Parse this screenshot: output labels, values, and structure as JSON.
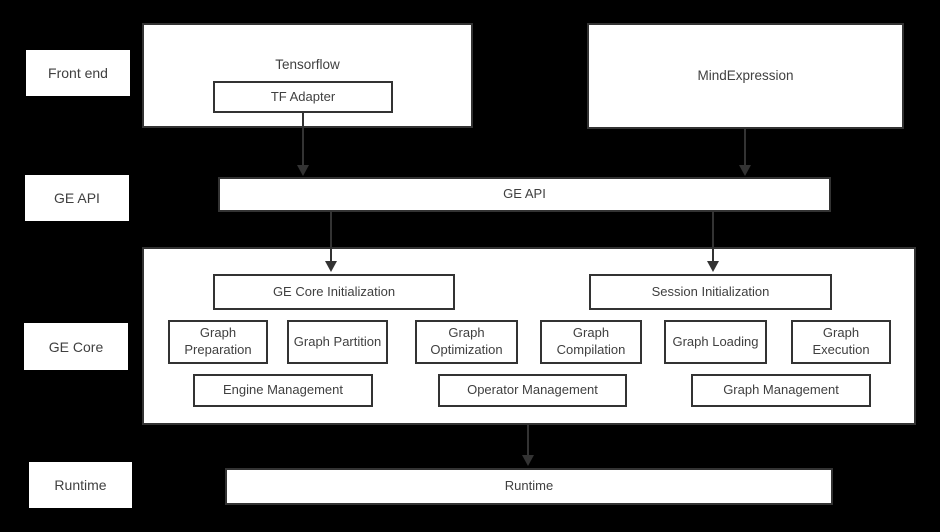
{
  "colors": {
    "background": "#000000",
    "box_fill": "#ffffff",
    "box_border": "#333333",
    "text": "#404040",
    "arrow": "#333333"
  },
  "side_labels": {
    "front_end": "Front end",
    "ge_api": "GE API",
    "ge_core": "GE Core",
    "runtime": "Runtime"
  },
  "front_end_row": {
    "tensorflow": {
      "title": "Tensorflow",
      "adapter": "TF Adapter"
    },
    "mind_expression": {
      "title": "MindExpression"
    }
  },
  "ge_api_bar": {
    "title": "GE API"
  },
  "ge_core_box": {
    "initialization": [
      "GE Core Initialization",
      "Session Initialization"
    ],
    "stages": [
      "Graph Preparation",
      "Graph Partition",
      "Graph Optimization",
      "Graph Compilation",
      "Graph Loading",
      "Graph Execution"
    ],
    "management": [
      "Engine Management",
      "Operator Management",
      "Graph Management"
    ]
  },
  "runtime_bar": {
    "title": "Runtime"
  }
}
